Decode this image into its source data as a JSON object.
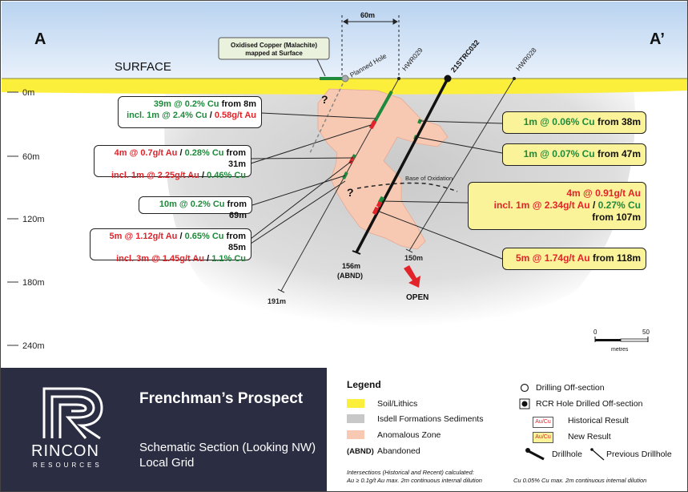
{
  "section": {
    "left_label": "A",
    "right_label": "A’",
    "surface_label": "SURFACE",
    "scale_top": "60m",
    "oxidised_note_line1": "Oxidised Copper (Malachite)",
    "oxidised_note_line2": "mapped at Surface",
    "planned_hole": "Planned Hole",
    "depth_labels": [
      "0m",
      "60m",
      "120m",
      "180m",
      "240m"
    ],
    "holes": {
      "hwr029": "HWR029",
      "rc032": "21STRC032",
      "hwr028": "HWR028"
    },
    "hole_depths": {
      "abnd_depth": "156m",
      "abnd": "(ABND)",
      "d150": "150m",
      "d191": "191m"
    },
    "base_of_oxidation": "Base of Oxidation",
    "question_mark": "?",
    "open_label": "OPEN",
    "scalebar": {
      "zero": "0",
      "fifty": "50",
      "unit": "metres"
    }
  },
  "callouts": {
    "c1": {
      "l1_green": "39m @ 0.2% Cu",
      "l1_black": " from 8m",
      "l2_green": "incl. 1m @ 2.4% Cu",
      "l2_black": " / ",
      "l2_red": "0.58g/t Au"
    },
    "c2": {
      "l1_red": "4m @ 0.7g/t Au",
      "l1_black": " / ",
      "l1_green": "0.28% Cu",
      "l1_black2": " from 31m",
      "l2_red": "incl. 1m @ 2.25g/t Au",
      "l2_black": " / ",
      "l2_green": "0.46% Cu"
    },
    "c3": {
      "l1_green": "10m @ 0.2% Cu",
      "l1_black": " from 69m"
    },
    "c4": {
      "l1_red": "5m @ 1.12g/t Au",
      "l1_black": " / ",
      "l1_green": "0.65% Cu",
      "l1_black2": " from 85m",
      "l2_red": "incl. 3m @ 1.45g/t Au",
      "l2_black": " / ",
      "l2_green": "1.1% Cu"
    },
    "n1": {
      "l1_green": "1m @ 0.06% Cu",
      "l1_black": " from 38m"
    },
    "n2": {
      "l1_green": "1m @ 0.07% Cu",
      "l1_black": " from 47m"
    },
    "n3": {
      "l1_red": "4m @ 0.91g/t Au",
      "l2_red": "incl. 1m @ 2.34g/t Au",
      "l2_black": " / ",
      "l2_green": "0.27% Cu",
      "l3_black": "from 107m"
    },
    "n4": {
      "l1_red": "5m @ 1.74g/t Au",
      "l1_black": " from 118m"
    }
  },
  "branding": {
    "company": "RINCON",
    "company_sub": "RESOURCES",
    "title": "Frenchman’s Prospect",
    "subtitle": "Schematic Section (Looking NW) Local Grid"
  },
  "legend": {
    "title": "Legend",
    "soil": "Soil/Lithics",
    "isdell": "Isdell Formations Sediments",
    "anomalous": "Anomalous Zone",
    "abnd_key": "(ABND)",
    "abandoned": "Abandoned",
    "drilling_off": "Drilling Off-section",
    "rcr_off": "RCR Hole Drilled Off-section",
    "historical": "Historical Result",
    "new_result": "New Result",
    "swatch_text": "Au/Cu",
    "drillhole": "Drillhole",
    "prev_drillhole": "Previous Drillhole",
    "note_left_1": "Intersections (Historical and Recent) calculated:",
    "note_left_2": "Au ≥ 0.1g/t Au max. 2m continuous internal dilution",
    "note_right": "Cu 0.05% Cu max. 2m continuous internal dilution"
  },
  "colors": {
    "soil": "#fcef3c",
    "isdell": "#d4d4d4",
    "anomalous": "#f7c9b3",
    "sky": "#cfe0f4",
    "panel": "#2b2d42",
    "au": "#e2232a",
    "cu": "#1f8a3b"
  }
}
